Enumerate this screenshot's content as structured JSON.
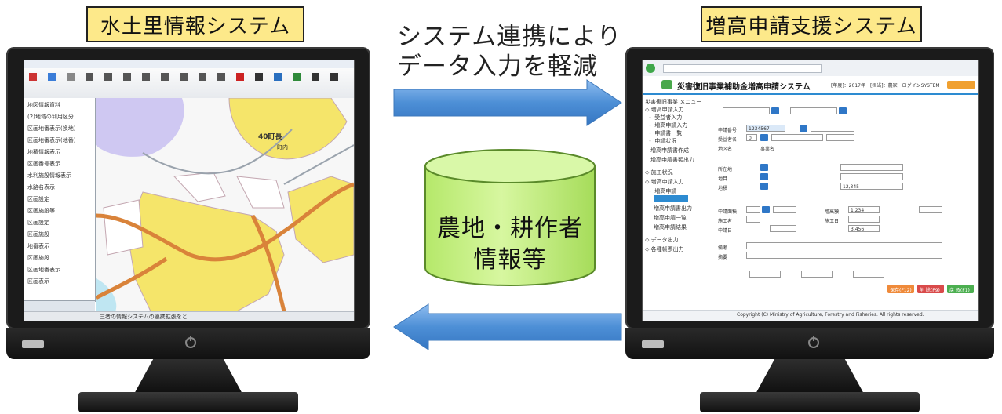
{
  "left_system": {
    "label": "水土里情報システム"
  },
  "right_system": {
    "label": "増高申請支援システム"
  },
  "top_caption": {
    "line1": "システム連携により",
    "line2": "データ入力を軽減"
  },
  "database": {
    "line1": "農地・耕作者",
    "line2": "情報等"
  },
  "colors": {
    "label_fill": "#fde98a",
    "arrow_fill": "#4d8fd6",
    "cylinder_fill": "#c9f08a",
    "map_farmland": "#f5e56a"
  },
  "left_screen": {
    "map_labels": [
      "40町長",
      "町内"
    ],
    "status_text": "三者の情報システムの連携拡張をと",
    "tree_items": [
      "地図情報資料",
      "(2)地域の利用区分",
      "区画地番表示(換地)",
      "区画地番表示(地番)",
      "地積情報表示",
      "区画番号表示",
      "水利施設情報表示",
      "水路名表示",
      "区画設定",
      "区画施設等",
      "区画設定",
      "区画施設",
      "地番表示",
      "区画施設",
      "区画地番表示",
      "区画表示"
    ]
  },
  "right_screen": {
    "title": "災害復旧事業補助金増高申請システム",
    "header_info": "[年度]：2017年　[担当]：農家　ログインSYSTEM",
    "footer": "Copyright (C) Ministry of Agriculture, Forestry and Fisheries. All rights reserved.",
    "sidebar_items": [
      "災害復旧事業 メニュー",
      "◇ 増高申請入力",
      "・ 受益者入力",
      "・ 増高申請入力",
      "・ 申請書一覧",
      "・ 申請状況",
      "増高申請書作成",
      "増高申請書類出力",
      "◇ 施工状況",
      "◇ 増高申請入力",
      "・ 増高申請",
      "増高申請書出力",
      "増高申請一覧",
      "増高申請結果",
      "◇ データ出力",
      "◇ 各種帳票出力"
    ],
    "form_labels": [
      "申請番号",
      "受益者名",
      "地区名",
      "所在地",
      "地目",
      "地積",
      "申請面積",
      "増高額",
      "施工者",
      "施工日",
      "申請日",
      "備考",
      "摘要"
    ],
    "form_values": [
      "1234567",
      "0",
      "事業名",
      "12,345",
      "1,234",
      "3,456"
    ],
    "buttons": [
      "保存(F12)",
      "削 除(F9)",
      "戻 る(F1)"
    ]
  }
}
